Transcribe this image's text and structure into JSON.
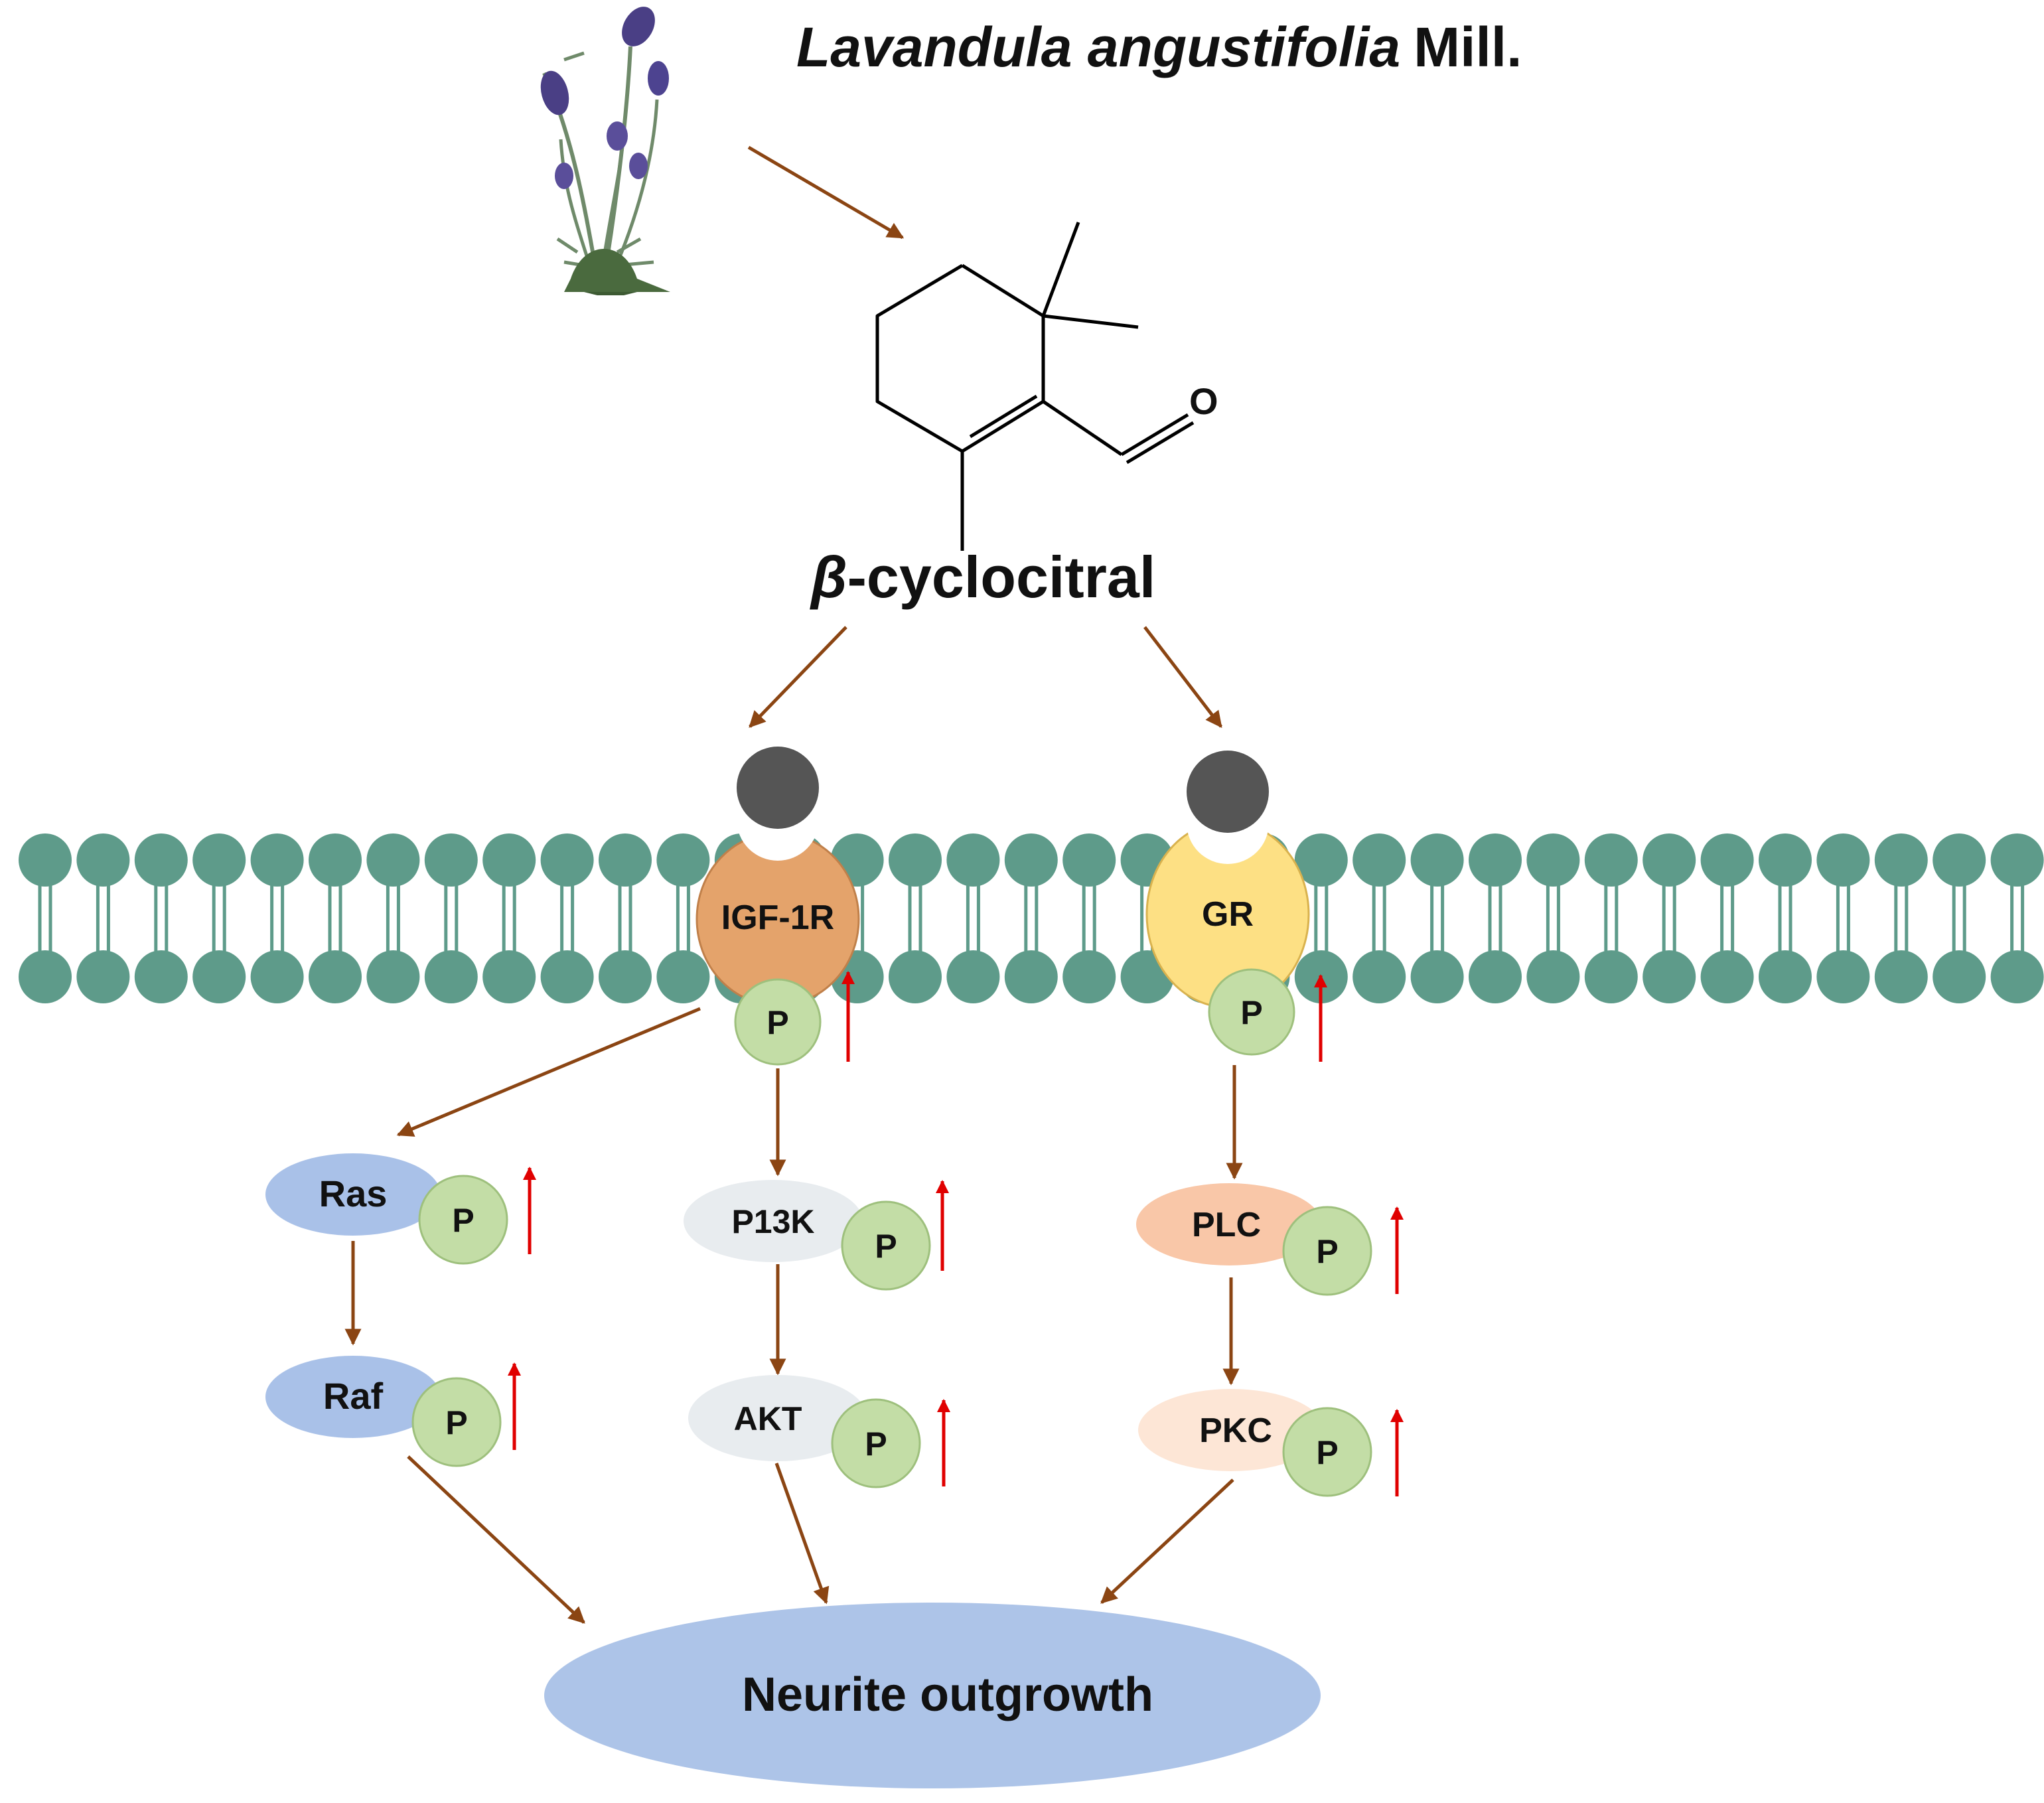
{
  "title": {
    "italic": "Lavandula angustifolia",
    "plain": "Mill."
  },
  "compound": {
    "prefix": "β",
    "name": "-cyclocitral",
    "oxygen": "O"
  },
  "receptors": [
    {
      "id": "igf1r",
      "label": "IGF-1R",
      "color": "#e4a36b"
    },
    {
      "id": "gr",
      "label": "GR",
      "color": "#fde084"
    }
  ],
  "phospho_label": "P",
  "kinases": [
    {
      "id": "ras",
      "label": "Ras",
      "color": "#a9c1e8",
      "phospho_up": true
    },
    {
      "id": "raf",
      "label": "Raf",
      "color": "#a9c1e8",
      "phospho_up": true
    },
    {
      "id": "p13k",
      "label": "P13K",
      "color": "#e8ecef",
      "phospho_up": true
    },
    {
      "id": "akt",
      "label": "AKT",
      "color": "#e8ecef",
      "phospho_up": true
    },
    {
      "id": "plc",
      "label": "PLC",
      "color": "#f9c7a8",
      "phospho_up": true
    },
    {
      "id": "pkc",
      "label": "PKC",
      "color": "#fde6d6",
      "phospho_up": true
    }
  ],
  "outcome": {
    "label": "Neurite outgrowth",
    "color": "#adc4e8"
  },
  "colors": {
    "membrane": "#5e9b8a",
    "arrow": "#8b4513",
    "up_arrow": "#e00000",
    "phospho": "#c3dda6",
    "ligand": "#555555"
  },
  "icons": [
    "lavender-plant-icon",
    "ligand-icon"
  ]
}
